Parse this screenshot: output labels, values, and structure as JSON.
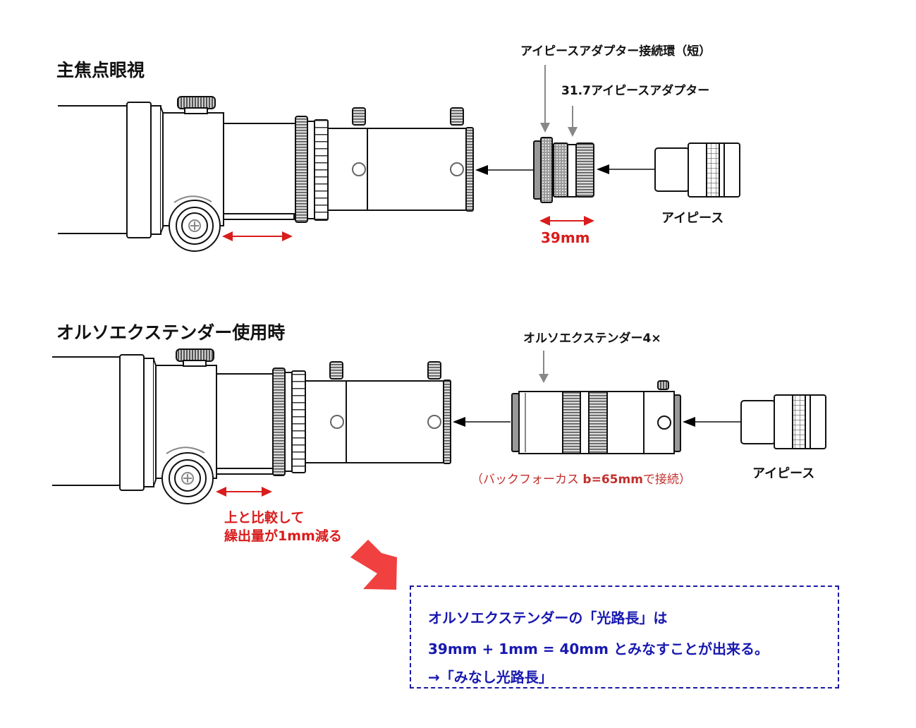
{
  "section_prime_focus": {
    "title": "主焦点眼視",
    "labels": {
      "adapter_ring": "アイピースアダプター接続環（短）",
      "eyepiece_adapter": "31.7アイピースアダプター",
      "eyepiece": "アイピース",
      "length": "39mm"
    }
  },
  "section_extender": {
    "title": "オルソエクステンダー使用時",
    "labels": {
      "extender": "オルソエクステンダー4×",
      "eyepiece": "アイピース",
      "backfocus_prefix": "（バックフォーカス ",
      "backfocus_value": "b=65mm",
      "backfocus_suffix": "で接続）",
      "compare_line1": "上と比較して",
      "compare_line2": "繰出量が1mm減る"
    }
  },
  "conclusion_box": {
    "line1": "オルソエクステンダーの「光路長」は",
    "line2": "39mm + 1mm = 40mm とみなすことが出来る。",
    "line3": "→「みなし光路長」"
  },
  "colors": {
    "accent_red": "#d91c1c",
    "arrow_red": "#f04040",
    "note_blue": "#1818b0",
    "line_gray": "#777777"
  }
}
